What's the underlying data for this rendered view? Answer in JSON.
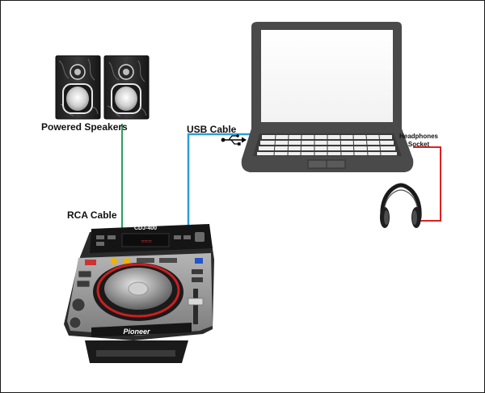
{
  "labels": {
    "powered_speakers": "Powered Speakers",
    "usb_cable": "USB Cable",
    "rca_cable": "RCA Cable",
    "headphones_line1": "Headphones",
    "headphones_line2": "Socket"
  },
  "player": {
    "model": "CDJ-400",
    "brand": "Pioneer"
  },
  "colors": {
    "rca_cable": "#2e9e5b",
    "usb_cable": "#2a9fd6",
    "headphone_cable": "#e02020",
    "laptop_body": "#4a4a4a"
  },
  "icons": [
    "speaker-icon",
    "laptop-icon",
    "headphones-icon",
    "usb-symbol-icon",
    "cdj-player-icon"
  ]
}
